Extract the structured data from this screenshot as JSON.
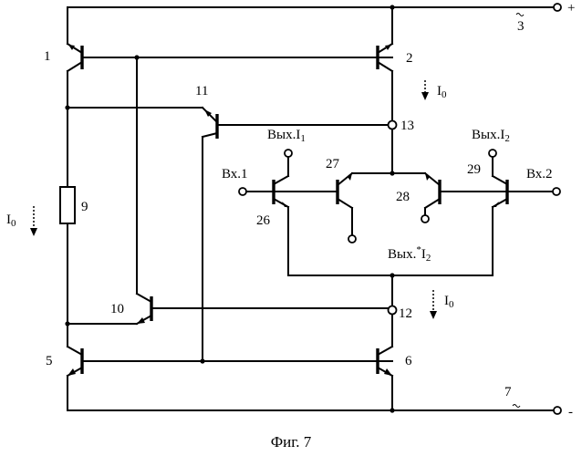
{
  "figure": {
    "caption": "Фиг. 7",
    "labels": {
      "t1": "1",
      "t2": "2",
      "t5": "5",
      "t6": "6",
      "t10": "10",
      "t11": "11",
      "t26": "26",
      "t27": "27",
      "t28": "28",
      "t29": "29",
      "r9": "9",
      "n3": "3",
      "n7": "7",
      "n12": "12",
      "n13": "13",
      "plus": "+",
      "minus": "-"
    },
    "io_labels": {
      "in1": "Вх.1",
      "in2": "Вх.2",
      "out_i1": "Вых.",
      "out_i2": "Вых.",
      "out_ni2": "Вых."
    },
    "currents": {
      "symbol": "I",
      "subscript": "0",
      "out_sub_1": "1",
      "out_sub_2": "2"
    }
  }
}
